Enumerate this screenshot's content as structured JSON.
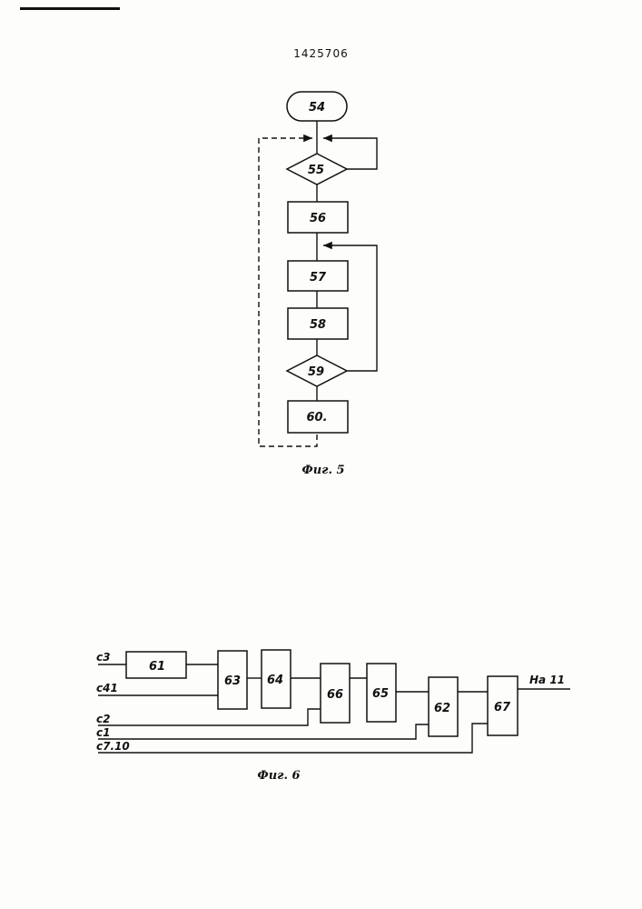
{
  "patent_number": "1425706",
  "figure5": {
    "caption": "Фиг. 5",
    "blocks": [
      {
        "id": "54",
        "shape": "terminal"
      },
      {
        "id": "55",
        "shape": "decision"
      },
      {
        "id": "56",
        "shape": "process"
      },
      {
        "id": "57",
        "shape": "process"
      },
      {
        "id": "58",
        "shape": "process"
      },
      {
        "id": "59",
        "shape": "decision"
      },
      {
        "id": "60.",
        "shape": "process"
      }
    ]
  },
  "figure6": {
    "caption": "Фиг. 6",
    "blocks": [
      "61",
      "63",
      "64",
      "66",
      "65",
      "62",
      "67"
    ],
    "inputs": [
      "c3",
      "c41",
      "c2",
      "c1",
      "c7.10"
    ],
    "output": "На 11"
  }
}
